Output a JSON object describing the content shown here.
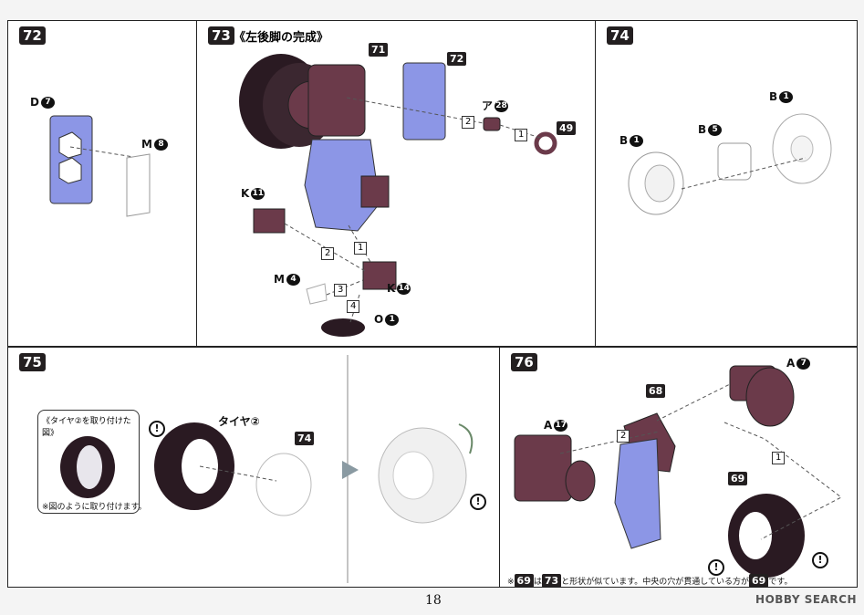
{
  "page_number": "18",
  "watermark": "HOBBY SEARCH",
  "panels": {
    "p72": {
      "step": "72",
      "part_d": "D",
      "part_d_num": "7",
      "part_m": "M",
      "part_m_num": "8"
    },
    "p73": {
      "step": "73",
      "title": "《左後脚の完成》",
      "ref71": "71",
      "ref72": "72",
      "part_a": "ア",
      "part_a_num": "28",
      "ref49": "49",
      "part_k1": "K",
      "part_k1_num": "11",
      "part_m": "M",
      "part_m_num": "4",
      "part_k2": "K",
      "part_k2_num": "14",
      "part_o": "O",
      "part_o_num": "1",
      "seq": [
        "2",
        "1",
        "1",
        "2",
        "3",
        "4"
      ]
    },
    "p74": {
      "step": "74",
      "b1_left": "B",
      "b1_left_num": "1",
      "b5": "B",
      "b5_num": "5",
      "b1_right": "B",
      "b1_right_num": "1"
    },
    "p75": {
      "step": "75",
      "callout_title": "《タイヤ②を取り付けた図》",
      "callout_note": "※図のように取り付けます。",
      "tire_label": "タイヤ②",
      "ref74": "74",
      "excl": "!"
    },
    "p76": {
      "step": "76",
      "ref68": "68",
      "part_a_left": "A",
      "part_a_left_num": "17",
      "part_a_right": "A",
      "part_a_right_num": "7",
      "ref69": "69",
      "seq2": "2",
      "seq1": "1",
      "excl": "!",
      "note_mark": "※",
      "note_ref1": "69",
      "note_mid": "は",
      "note_ref2": "73",
      "note_text": "と形状が似ています。中央の穴が貫通している方が",
      "note_ref3": "69",
      "note_end": "です。"
    }
  },
  "colors": {
    "blue_part": "#8c96e6",
    "maroon_part": "#6b3a4a",
    "tire": "#2a1a22",
    "light_gray": "#e8e6ec",
    "arrow": "#555"
  }
}
